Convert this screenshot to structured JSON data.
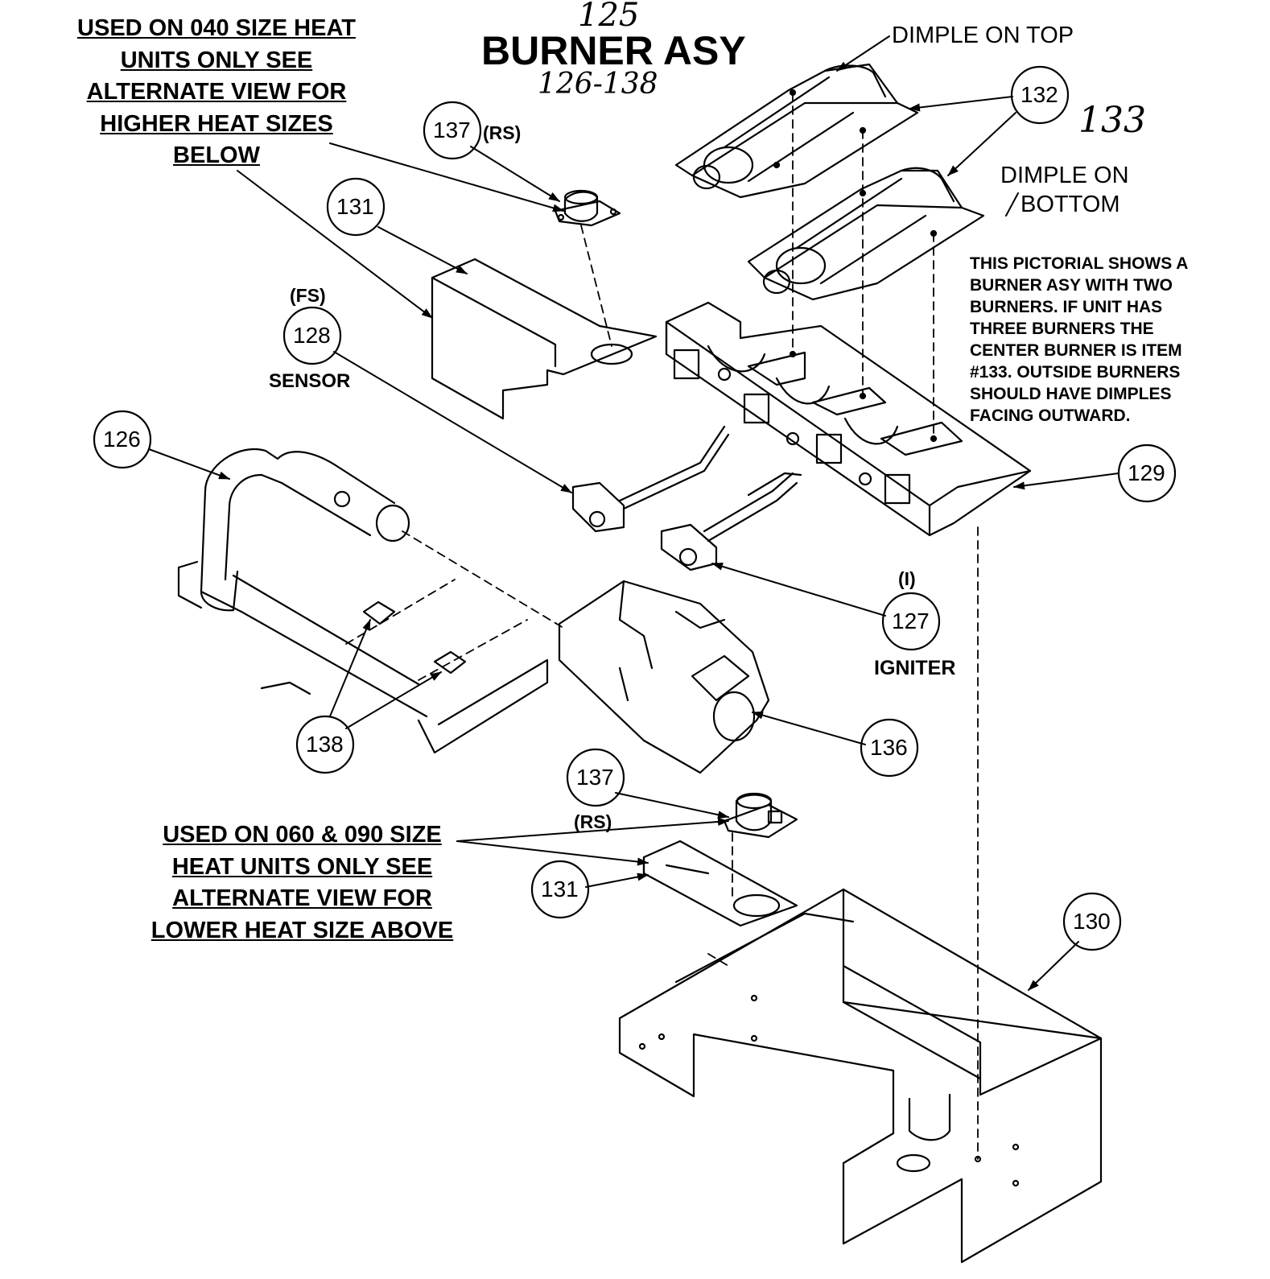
{
  "title": "BURNER ASY",
  "handwritten": {
    "assembly_number": "125",
    "part_range": "126-138",
    "extra_part": "133"
  },
  "notes": {
    "upper": "USED ON 040 SIZE HEAT UNITS ONLY SEE ALTERNATE VIEW FOR HIGHER HEAT SIZES BELOW",
    "lower": "USED ON 060 & 090 SIZE HEAT UNITS ONLY SEE ALTERNATE VIEW FOR LOWER HEAT SIZE ABOVE",
    "pictorial": "THIS PICTORIAL SHOWS A BURNER ASY WITH TWO BURNERS. IF UNIT HAS THREE BURNERS THE CENTER BURNER IS ITEM #133. OUTSIDE BURNERS SHOULD HAVE DIMPLES FACING OUTWARD."
  },
  "labels": {
    "dimple_top": "DIMPLE ON TOP",
    "dimple_bottom_1": "DIMPLE ON",
    "dimple_bottom_2": "BOTTOM",
    "sensor": "SENSOR",
    "fs": "(FS)",
    "rs_upper": "(RS)",
    "rs_lower": "(RS)",
    "igniter": "IGNITER",
    "i": "(I)"
  },
  "callouts": [
    {
      "id": "c137a",
      "label": "137"
    },
    {
      "id": "c131a",
      "label": "131"
    },
    {
      "id": "c128",
      "label": "128"
    },
    {
      "id": "c126",
      "label": "126"
    },
    {
      "id": "c132",
      "label": "132"
    },
    {
      "id": "c129",
      "label": "129"
    },
    {
      "id": "c127",
      "label": "127"
    },
    {
      "id": "c136",
      "label": "136"
    },
    {
      "id": "c138",
      "label": "138"
    },
    {
      "id": "c137b",
      "label": "137"
    },
    {
      "id": "c131b",
      "label": "131"
    },
    {
      "id": "c130",
      "label": "130"
    }
  ]
}
